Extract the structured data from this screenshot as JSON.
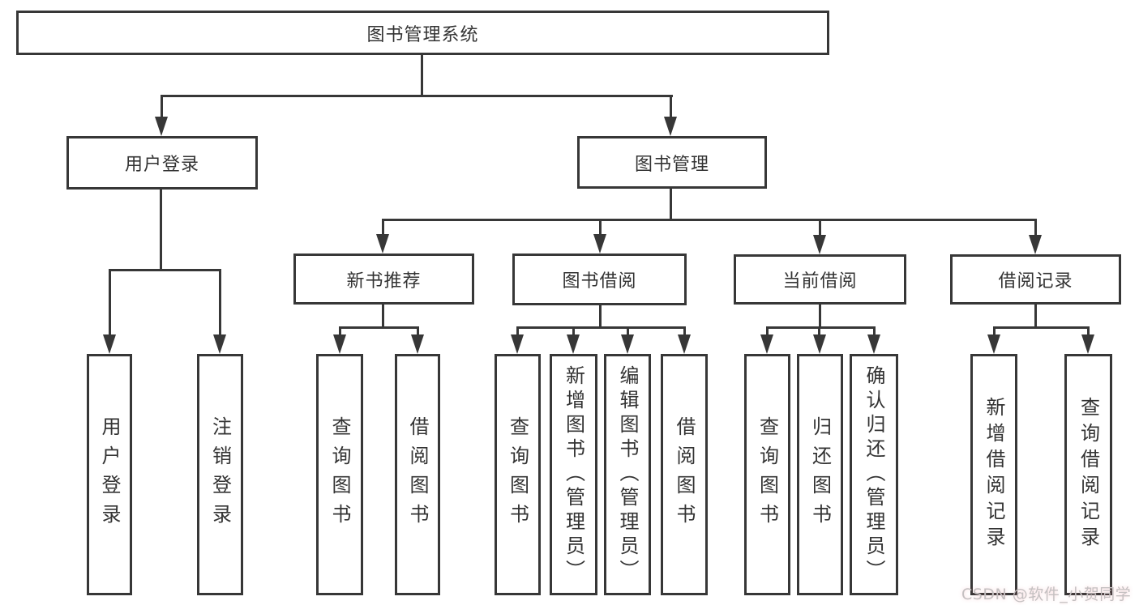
{
  "diagram": {
    "title": "图书管理系统",
    "root": {
      "label": "图书管理系统",
      "children": [
        {
          "label": "用户登录",
          "children": [
            {
              "label": "用户登录"
            },
            {
              "label": "注销登录"
            }
          ]
        },
        {
          "label": "图书管理",
          "children": [
            {
              "label": "新书推荐",
              "children": [
                {
                  "label": "查询图书"
                },
                {
                  "label": "借阅图书"
                }
              ]
            },
            {
              "label": "图书借阅",
              "children": [
                {
                  "label": "查询图书"
                },
                {
                  "label": "新增图书（管理员）"
                },
                {
                  "label": "编辑图书（管理员）"
                },
                {
                  "label": "借阅图书"
                }
              ]
            },
            {
              "label": "当前借阅",
              "children": [
                {
                  "label": "查询图书"
                },
                {
                  "label": "归还图书"
                },
                {
                  "label": "确认归还（管理员）"
                }
              ]
            },
            {
              "label": "借阅记录",
              "children": [
                {
                  "label": "新增借阅记录"
                },
                {
                  "label": "查询借阅记录"
                }
              ]
            }
          ]
        }
      ]
    }
  },
  "colors": {
    "line": "#373737",
    "text": "#333333",
    "box_fill": "#ffffff",
    "watermark": "#c4c0c1"
  },
  "watermark": {
    "text": "CSDN @软件_小贺同学"
  }
}
